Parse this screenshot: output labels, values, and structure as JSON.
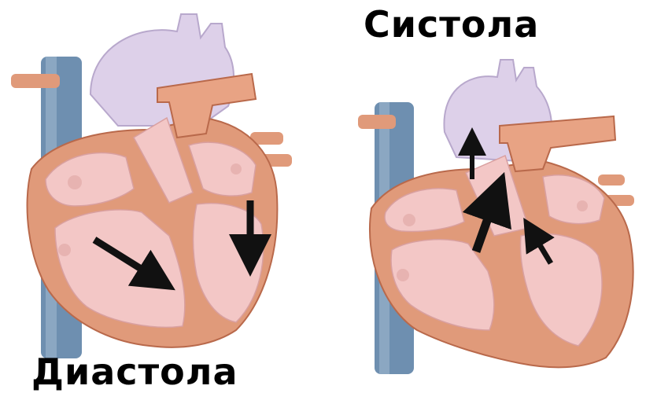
{
  "labels": {
    "systole": "Систола",
    "diastole": "Диастола"
  },
  "colors": {
    "muscle": "#e09a7a",
    "muscle_dark": "#b9694b",
    "chamber": "#f3c7c6",
    "chamber_dark": "#d9a0a0",
    "vein": "#6e8fb0",
    "vein_light": "#9fb7cf",
    "aorta": "#ddd0e9",
    "aorta_dark": "#b8a8cc",
    "artery": "#e8a384",
    "arrow": "#111111"
  },
  "diagram": {
    "panels": [
      {
        "phase": "diastole",
        "label_ref": "labels.diastole",
        "flow": "atria-to-ventricles"
      },
      {
        "phase": "systole",
        "label_ref": "labels.systole",
        "flow": "ventricles-to-arteries"
      }
    ]
  }
}
